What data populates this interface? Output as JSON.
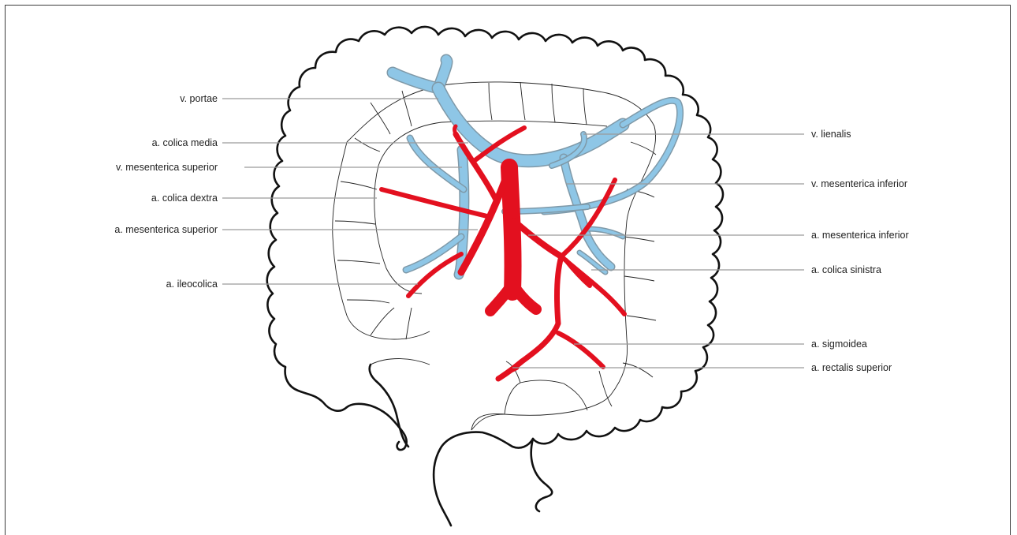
{
  "labels": {
    "v_portae": "v. portae",
    "a_colica_media": "a. colica media",
    "v_mesenterica_superior": "v. mesenterica superior",
    "a_colica_dextra": "a. colica dextra",
    "a_mesenterica_superior": "a. mesenterica superior",
    "a_ileocolica": "a. ileocolica",
    "v_lienalis": "v. lienalis",
    "v_mesenterica_inferior": "v. mesenterica inferior",
    "a_mesenterica_inferior": "a. mesenterica inferior",
    "a_colica_sinistra": "a. colica sinistra",
    "a_sigmoidea": "a. sigmoidea",
    "a_rectalis_superior": "a. rectalis superior"
  },
  "colors": {
    "artery": "#e3101f",
    "vein": "#8ec6e6",
    "outline": "#111111",
    "leader": "#9a9a9a"
  }
}
